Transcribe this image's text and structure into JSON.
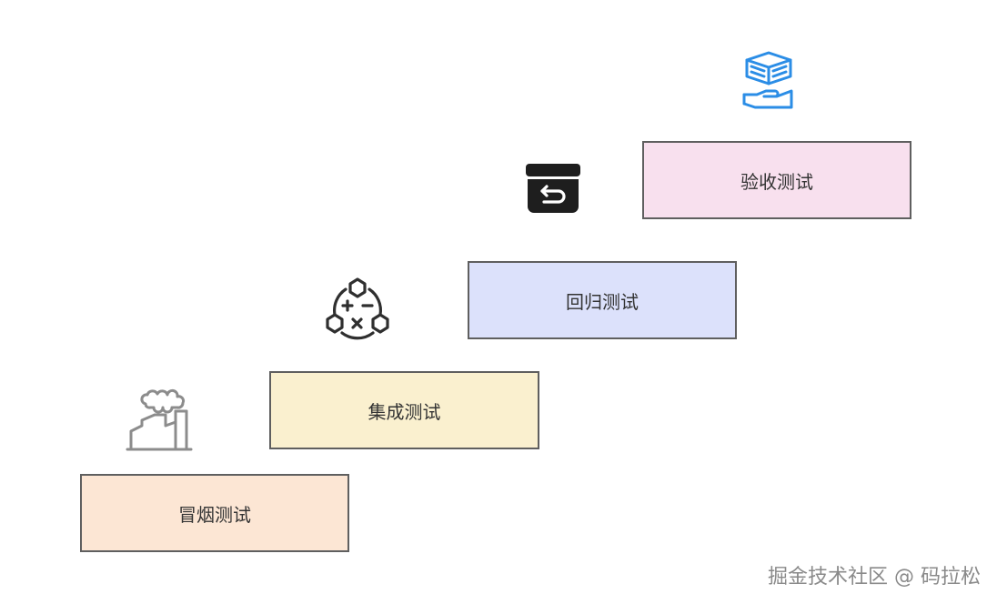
{
  "steps": [
    {
      "label": "冒烟测试",
      "fill": "#fce6d4",
      "icon": "factory-smoke-icon"
    },
    {
      "label": "集成测试",
      "fill": "#faf0cf",
      "icon": "hexagon-operations-icon"
    },
    {
      "label": "回归测试",
      "fill": "#dce1fb",
      "icon": "return-box-icon"
    },
    {
      "label": "验收测试",
      "fill": "#f8e0ee",
      "icon": "hand-holding-box-icon"
    }
  ],
  "colors": {
    "border": "#5f5f5f",
    "factory_icon": "#8c8c8c",
    "hexagon_icon": "#2f2f2f",
    "return_box_icon": "#1e1e1e",
    "hand_box_icon": "#2b8de6"
  },
  "watermark": "掘金技术社区 @ 码拉松"
}
